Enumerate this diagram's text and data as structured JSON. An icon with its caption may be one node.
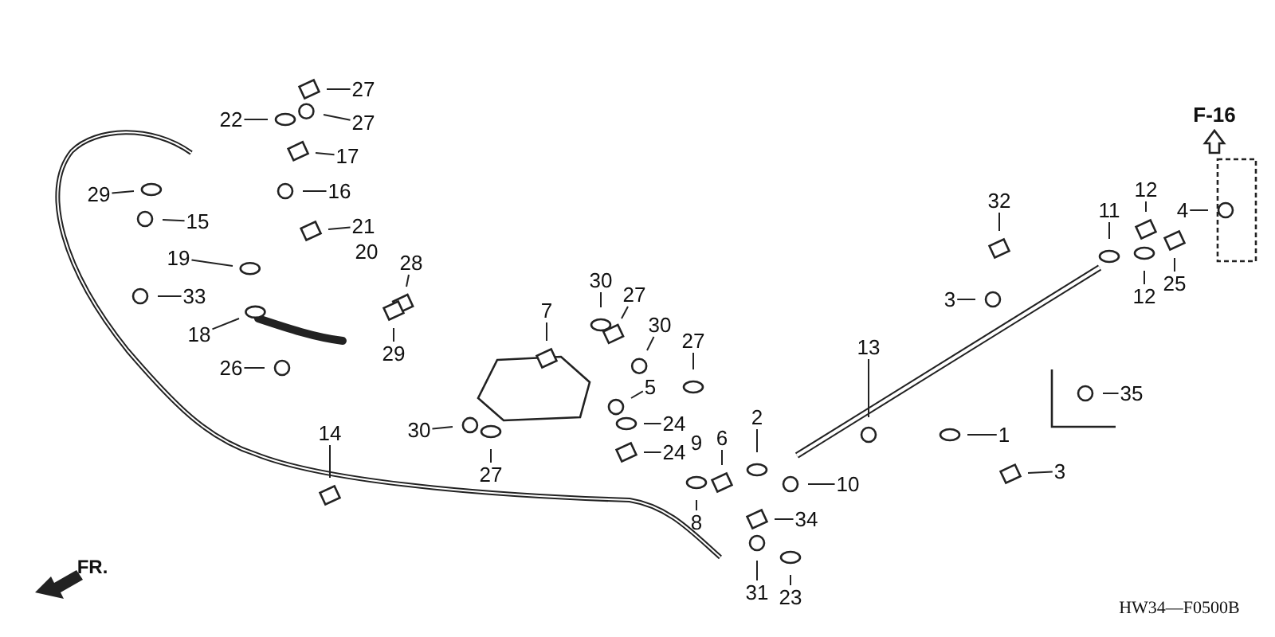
{
  "diagram": {
    "nodes": [
      {
        "text": [
          "27"
        ]
      },
      {
        "text": [
          "27"
        ]
      },
      {
        "text": [
          "22"
        ]
      },
      {
        "text": [
          "17"
        ]
      },
      {
        "text": [
          "16"
        ]
      },
      {
        "text": [
          "29"
        ]
      },
      {
        "text": [
          "21"
        ]
      },
      {
        "text": [
          "15"
        ]
      },
      {
        "text": [
          "19"
        ]
      },
      {
        "text": [
          "28"
        ]
      },
      {
        "text": [
          "33"
        ]
      },
      {
        "text": [
          "18"
        ]
      },
      {
        "text": [
          "29"
        ]
      },
      {
        "text": [
          "26"
        ]
      },
      {
        "text": [
          "30"
        ]
      },
      {
        "text": [
          "27"
        ]
      },
      {
        "text": [
          "30"
        ]
      },
      {
        "text": [
          "27"
        ]
      },
      {
        "text": [
          "7"
        ]
      },
      {
        "text": [
          "5"
        ]
      },
      {
        "text": [
          "24"
        ]
      },
      {
        "text": [
          "24"
        ]
      },
      {
        "text": [
          "30"
        ]
      },
      {
        "text": [
          "27"
        ]
      },
      {
        "text": [
          "14"
        ]
      },
      {
        "text": [
          "13"
        ]
      },
      {
        "text": [
          "2"
        ]
      },
      {
        "text": [
          "6"
        ]
      },
      {
        "text": [
          "10"
        ]
      },
      {
        "text": [
          "8"
        ]
      },
      {
        "text": [
          "34"
        ]
      },
      {
        "text": [
          "31"
        ]
      },
      {
        "text": [
          "23"
        ]
      },
      {
        "text": [
          "32"
        ]
      },
      {
        "text": [
          "3"
        ]
      },
      {
        "text": [
          "11"
        ]
      },
      {
        "text": [
          "12"
        ]
      },
      {
        "text": [
          "4"
        ]
      },
      {
        "text": [
          "12"
        ]
      },
      {
        "text": [
          "25"
        ]
      },
      {
        "text": [
          "35"
        ]
      },
      {
        "text": [
          "1"
        ]
      },
      {
        "text": [
          "3"
        ]
      }
    ],
    "edges": [
      {
        "from": 0,
        "to": null,
        "arrow": "none"
      },
      {
        "from": 1,
        "to": null,
        "arrow": "none"
      },
      {
        "from": 2,
        "to": null,
        "arrow": "none"
      },
      {
        "from": 3,
        "to": null,
        "arrow": "none"
      },
      {
        "from": 4,
        "to": null,
        "arrow": "none"
      },
      {
        "from": 5,
        "to": null,
        "arrow": "none"
      },
      {
        "from": 6,
        "to": null,
        "arrow": "none"
      },
      {
        "from": 7,
        "to": null,
        "arrow": "none"
      },
      {
        "from": 8,
        "to": null,
        "arrow": "none"
      },
      {
        "from": 9,
        "to": null,
        "arrow": "none"
      },
      {
        "from": 10,
        "to": null,
        "arrow": "none"
      },
      {
        "from": 11,
        "to": null,
        "arrow": "none"
      },
      {
        "from": 12,
        "to": null,
        "arrow": "none"
      },
      {
        "from": 13,
        "to": null,
        "arrow": "none"
      },
      {
        "from": 14,
        "to": null,
        "arrow": "none"
      },
      {
        "from": 15,
        "to": null,
        "arrow": "none"
      },
      {
        "from": 16,
        "to": null,
        "arrow": "none"
      },
      {
        "from": 17,
        "to": null,
        "arrow": "none"
      },
      {
        "from": 18,
        "to": null,
        "arrow": "none"
      },
      {
        "from": 19,
        "to": null,
        "arrow": "none"
      },
      {
        "from": 20,
        "to": null,
        "arrow": "none"
      },
      {
        "from": 21,
        "to": null,
        "arrow": "none"
      },
      {
        "from": 22,
        "to": null,
        "arrow": "none"
      },
      {
        "from": 23,
        "to": null,
        "arrow": "none"
      },
      {
        "from": 24,
        "to": null,
        "arrow": "none"
      },
      {
        "from": 25,
        "to": null,
        "arrow": "none"
      },
      {
        "from": 26,
        "to": null,
        "arrow": "none"
      },
      {
        "from": 27,
        "to": null,
        "arrow": "none"
      },
      {
        "from": 28,
        "to": null,
        "arrow": "none"
      },
      {
        "from": 29,
        "to": null,
        "arrow": "none"
      },
      {
        "from": 30,
        "to": null,
        "arrow": "none"
      },
      {
        "from": 31,
        "to": null,
        "arrow": "none"
      },
      {
        "from": 32,
        "to": null,
        "arrow": "none"
      },
      {
        "from": 33,
        "to": null,
        "arrow": "none"
      },
      {
        "from": 34,
        "to": null,
        "arrow": "none"
      },
      {
        "from": 35,
        "to": null,
        "arrow": "none"
      },
      {
        "from": 36,
        "to": null,
        "arrow": "none"
      },
      {
        "from": 37,
        "to": null,
        "arrow": "none"
      },
      {
        "from": 38,
        "to": null,
        "arrow": "none"
      },
      {
        "from": 39,
        "to": null,
        "arrow": "none"
      },
      {
        "from": 40,
        "to": null,
        "arrow": "none"
      },
      {
        "from": 41,
        "to": null,
        "arrow": "none"
      },
      {
        "from": 42,
        "to": null,
        "arrow": "none"
      }
    ],
    "labels": [
      "F-16",
      "20",
      "9",
      "FR.",
      "HW34—F0500B"
    ]
  }
}
